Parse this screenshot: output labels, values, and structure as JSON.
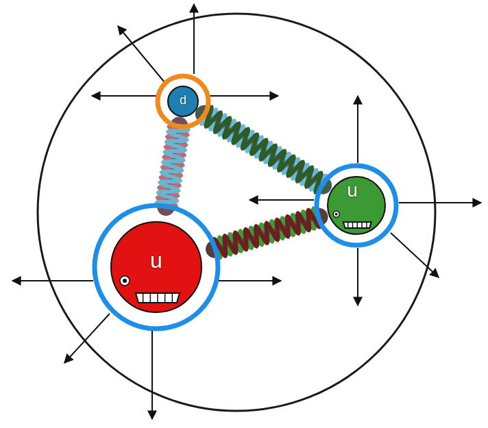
{
  "diagram": {
    "nodes": [
      {
        "text": [
          "d"
        ]
      },
      {
        "text": [
          "u"
        ]
      },
      {
        "text": [
          "u"
        ]
      }
    ],
    "edges": [
      {
        "from": 0,
        "to": 2,
        "arrow": "none"
      },
      {
        "from": 0,
        "to": 1,
        "arrow": "none"
      },
      {
        "from": 2,
        "to": 1,
        "arrow": "none"
      }
    ]
  }
}
